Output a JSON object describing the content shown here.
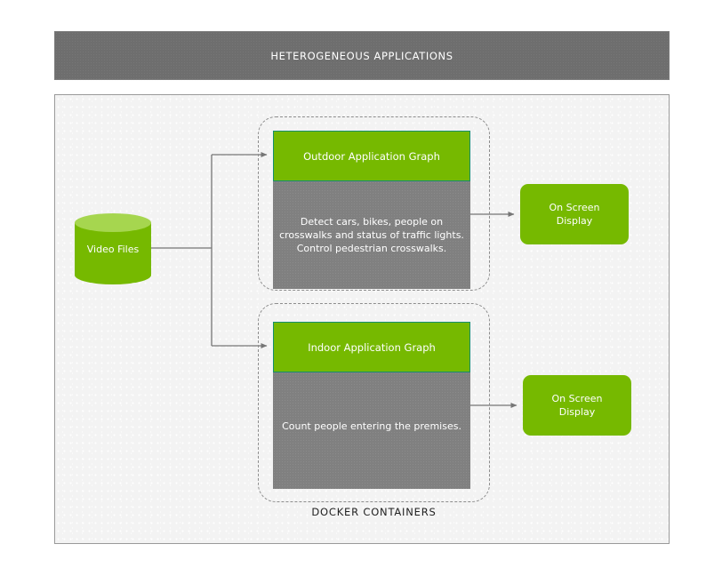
{
  "header": {
    "title": "HETEROGENEOUS APPLICATIONS"
  },
  "source": {
    "label": "Video Files",
    "shape": "cylinder-database"
  },
  "containers": {
    "caption": "DOCKER CONTAINERS",
    "items": [
      {
        "id": "outdoor",
        "header": "Outdoor Application Graph",
        "body": "Detect cars, bikes, people on crosswalks and status of traffic lights. Control pedestrian crosswalks.",
        "output": "On Screen\nDisplay"
      },
      {
        "id": "indoor",
        "header": "Indoor Application Graph",
        "body": "Count people entering the premises.",
        "output": "On Screen\nDisplay"
      }
    ]
  },
  "outputs": [
    {
      "id": "osd-outdoor",
      "line1": "On Screen",
      "line2": "Display"
    },
    {
      "id": "osd-indoor",
      "line1": "On Screen",
      "line2": "Display"
    }
  ],
  "colors": {
    "brand_green": "#76b900",
    "cylinder_top_green": "#a6d64f",
    "banner_gray": "#6e6e6e",
    "body_gray": "#808080",
    "panel_bg": "#f3f3f3",
    "connector_gray": "#767676",
    "dashed_border": "#8d8d8d",
    "card_header_border": "#168f6c",
    "text_white": "#ffffff",
    "text_dark": "#222222"
  }
}
